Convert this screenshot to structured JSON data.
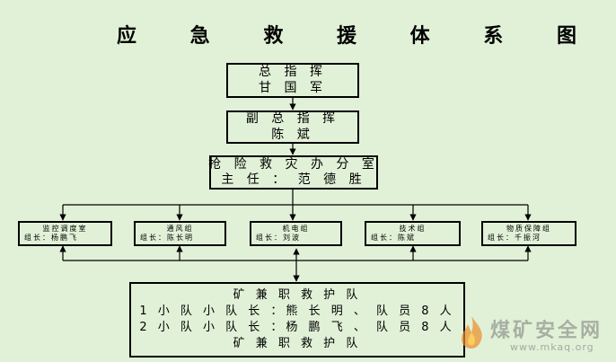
{
  "title": "应 急 救 援 体 系 图",
  "commander": {
    "title": "总 指 挥",
    "name": "甘 国 军"
  },
  "deputy": {
    "title": "副 总 指 挥",
    "name": "陈 斌"
  },
  "office": {
    "title": "抢 险 救 灾 办 分 室",
    "head": "主 任 ： 范 德 胜"
  },
  "groups": [
    {
      "name": "监控调度室",
      "leader": "组长：杨鹏飞"
    },
    {
      "name": "通风组",
      "leader": "组长：陈长明"
    },
    {
      "name": "机电组",
      "leader": "组长：刘波"
    },
    {
      "name": "技术组",
      "leader": "组长：陈斌"
    },
    {
      "name": "物质保障组",
      "leader": "组长：千振河"
    }
  ],
  "rescue_team": {
    "lines": [
      "矿 兼 职 救 护 队",
      "1 小 队 小 队 长 ：熊 长 明 、 队 员 8 人",
      "2 小 队 小 队 长 ：杨 鹏 飞 、 队 员 8 人",
      "矿 兼 职 救 护 队"
    ]
  },
  "watermark": {
    "text": "煤矿安全网",
    "url": "www.mkaq.org",
    "logo": "flame-logo"
  },
  "colors": {
    "background": "#e1f1d7",
    "line": "#000000",
    "watermark": "#888888"
  }
}
